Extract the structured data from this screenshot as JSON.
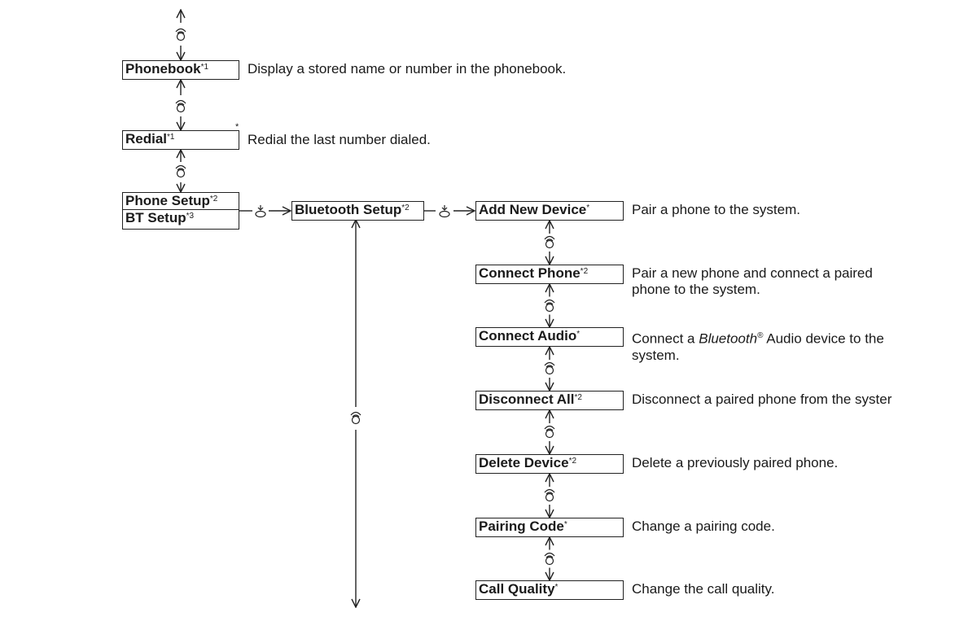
{
  "menu": {
    "phonebook": {
      "label": "Phonebook",
      "note": "*1",
      "desc": "Display a stored name or number in the phonebook."
    },
    "redial": {
      "label": "Redial",
      "note": "*1",
      "desc": "Redial the last number dialed.",
      "marker": "*"
    },
    "phone_setup": {
      "label": "Phone Setup",
      "note": "*2"
    },
    "bt_setup": {
      "label": "BT Setup",
      "note": "*3"
    },
    "bluetooth_setup": {
      "label": "Bluetooth Setup",
      "note": "*2"
    }
  },
  "submenu": [
    {
      "label": "Add New Device",
      "note": "*",
      "desc": [
        "Pair a phone to the system."
      ]
    },
    {
      "label": "Connect Phone",
      "note": "*2",
      "desc": [
        "Pair a new phone and connect a paired",
        "phone to the system."
      ]
    },
    {
      "label": "Connect Audio",
      "note": "*",
      "desc_pre": "Connect a ",
      "desc_italic": "Bluetooth",
      "desc_reg": "®",
      "desc_post": " Audio device to the",
      "desc2": "system."
    },
    {
      "label": "Disconnect All",
      "note": "*2",
      "desc": [
        "Disconnect a paired phone from the syster"
      ]
    },
    {
      "label": "Delete Device",
      "note": "*2",
      "desc": [
        "Delete a previously paired phone."
      ]
    },
    {
      "label": "Pairing Code",
      "note": "*",
      "desc": [
        "Change a pairing code."
      ]
    },
    {
      "label": "Call Quality",
      "note": "*",
      "desc": [
        "Change the call quality."
      ]
    }
  ],
  "icons": {
    "rotate": "rotate-knob-icon",
    "press": "press-knob-icon",
    "arrow": "arrow-icon"
  }
}
